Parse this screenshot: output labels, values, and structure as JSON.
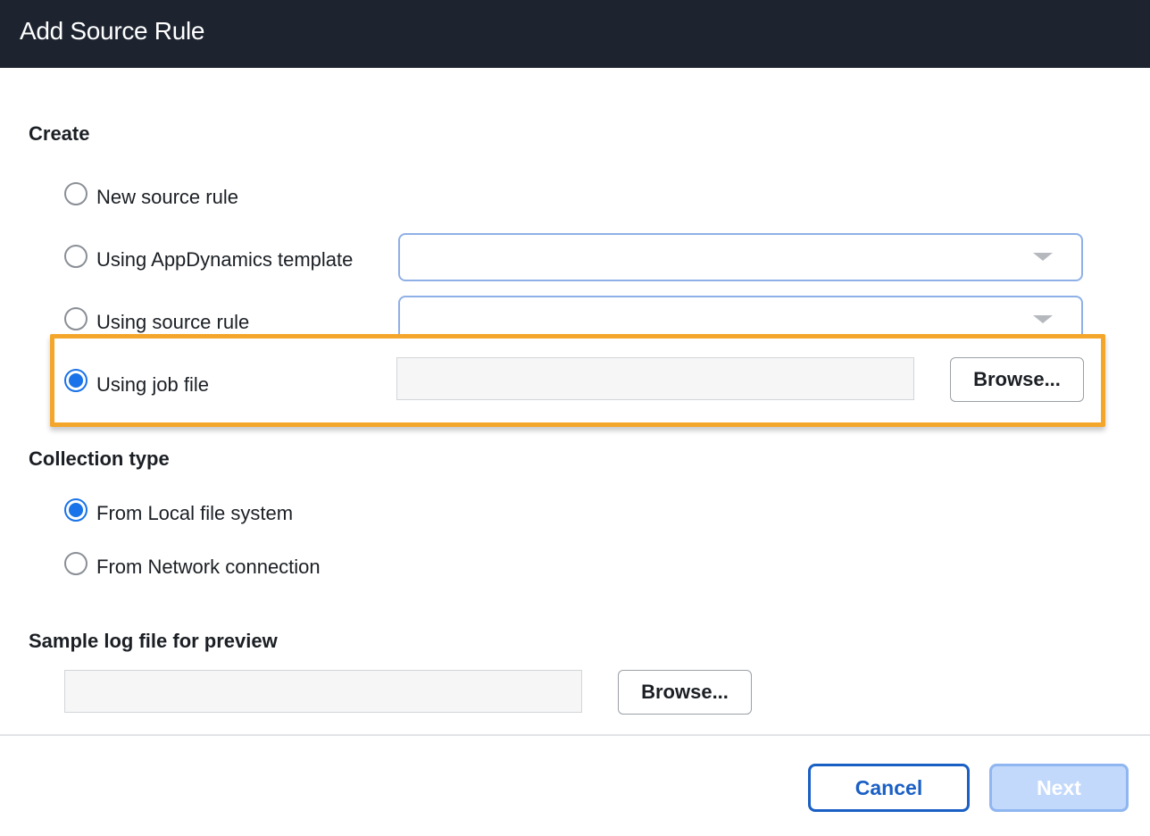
{
  "window": {
    "title": "Add Source Rule"
  },
  "create": {
    "heading": "Create",
    "options": [
      {
        "label": "New source rule",
        "selected": false
      },
      {
        "label": "Using AppDynamics template",
        "selected": false
      },
      {
        "label": "Using source rule",
        "selected": false
      },
      {
        "label": "Using job file",
        "selected": true
      }
    ],
    "template_select": {
      "value": ""
    },
    "source_rule_select": {
      "value": ""
    },
    "job_file": {
      "value": "",
      "browse_label": "Browse..."
    }
  },
  "collection": {
    "heading": "Collection type",
    "options": [
      {
        "label": "From Local file system",
        "selected": true
      },
      {
        "label": "From Network connection",
        "selected": false
      }
    ]
  },
  "sample": {
    "heading": "Sample log file for preview",
    "value": "",
    "browse_label": "Browse..."
  },
  "footer": {
    "cancel_label": "Cancel",
    "next_label": "Next"
  },
  "colors": {
    "header_bg": "#1d2430",
    "accent": "#1a73e8",
    "highlight": "#f4a62a",
    "primary_button": "#1a5fc4"
  }
}
